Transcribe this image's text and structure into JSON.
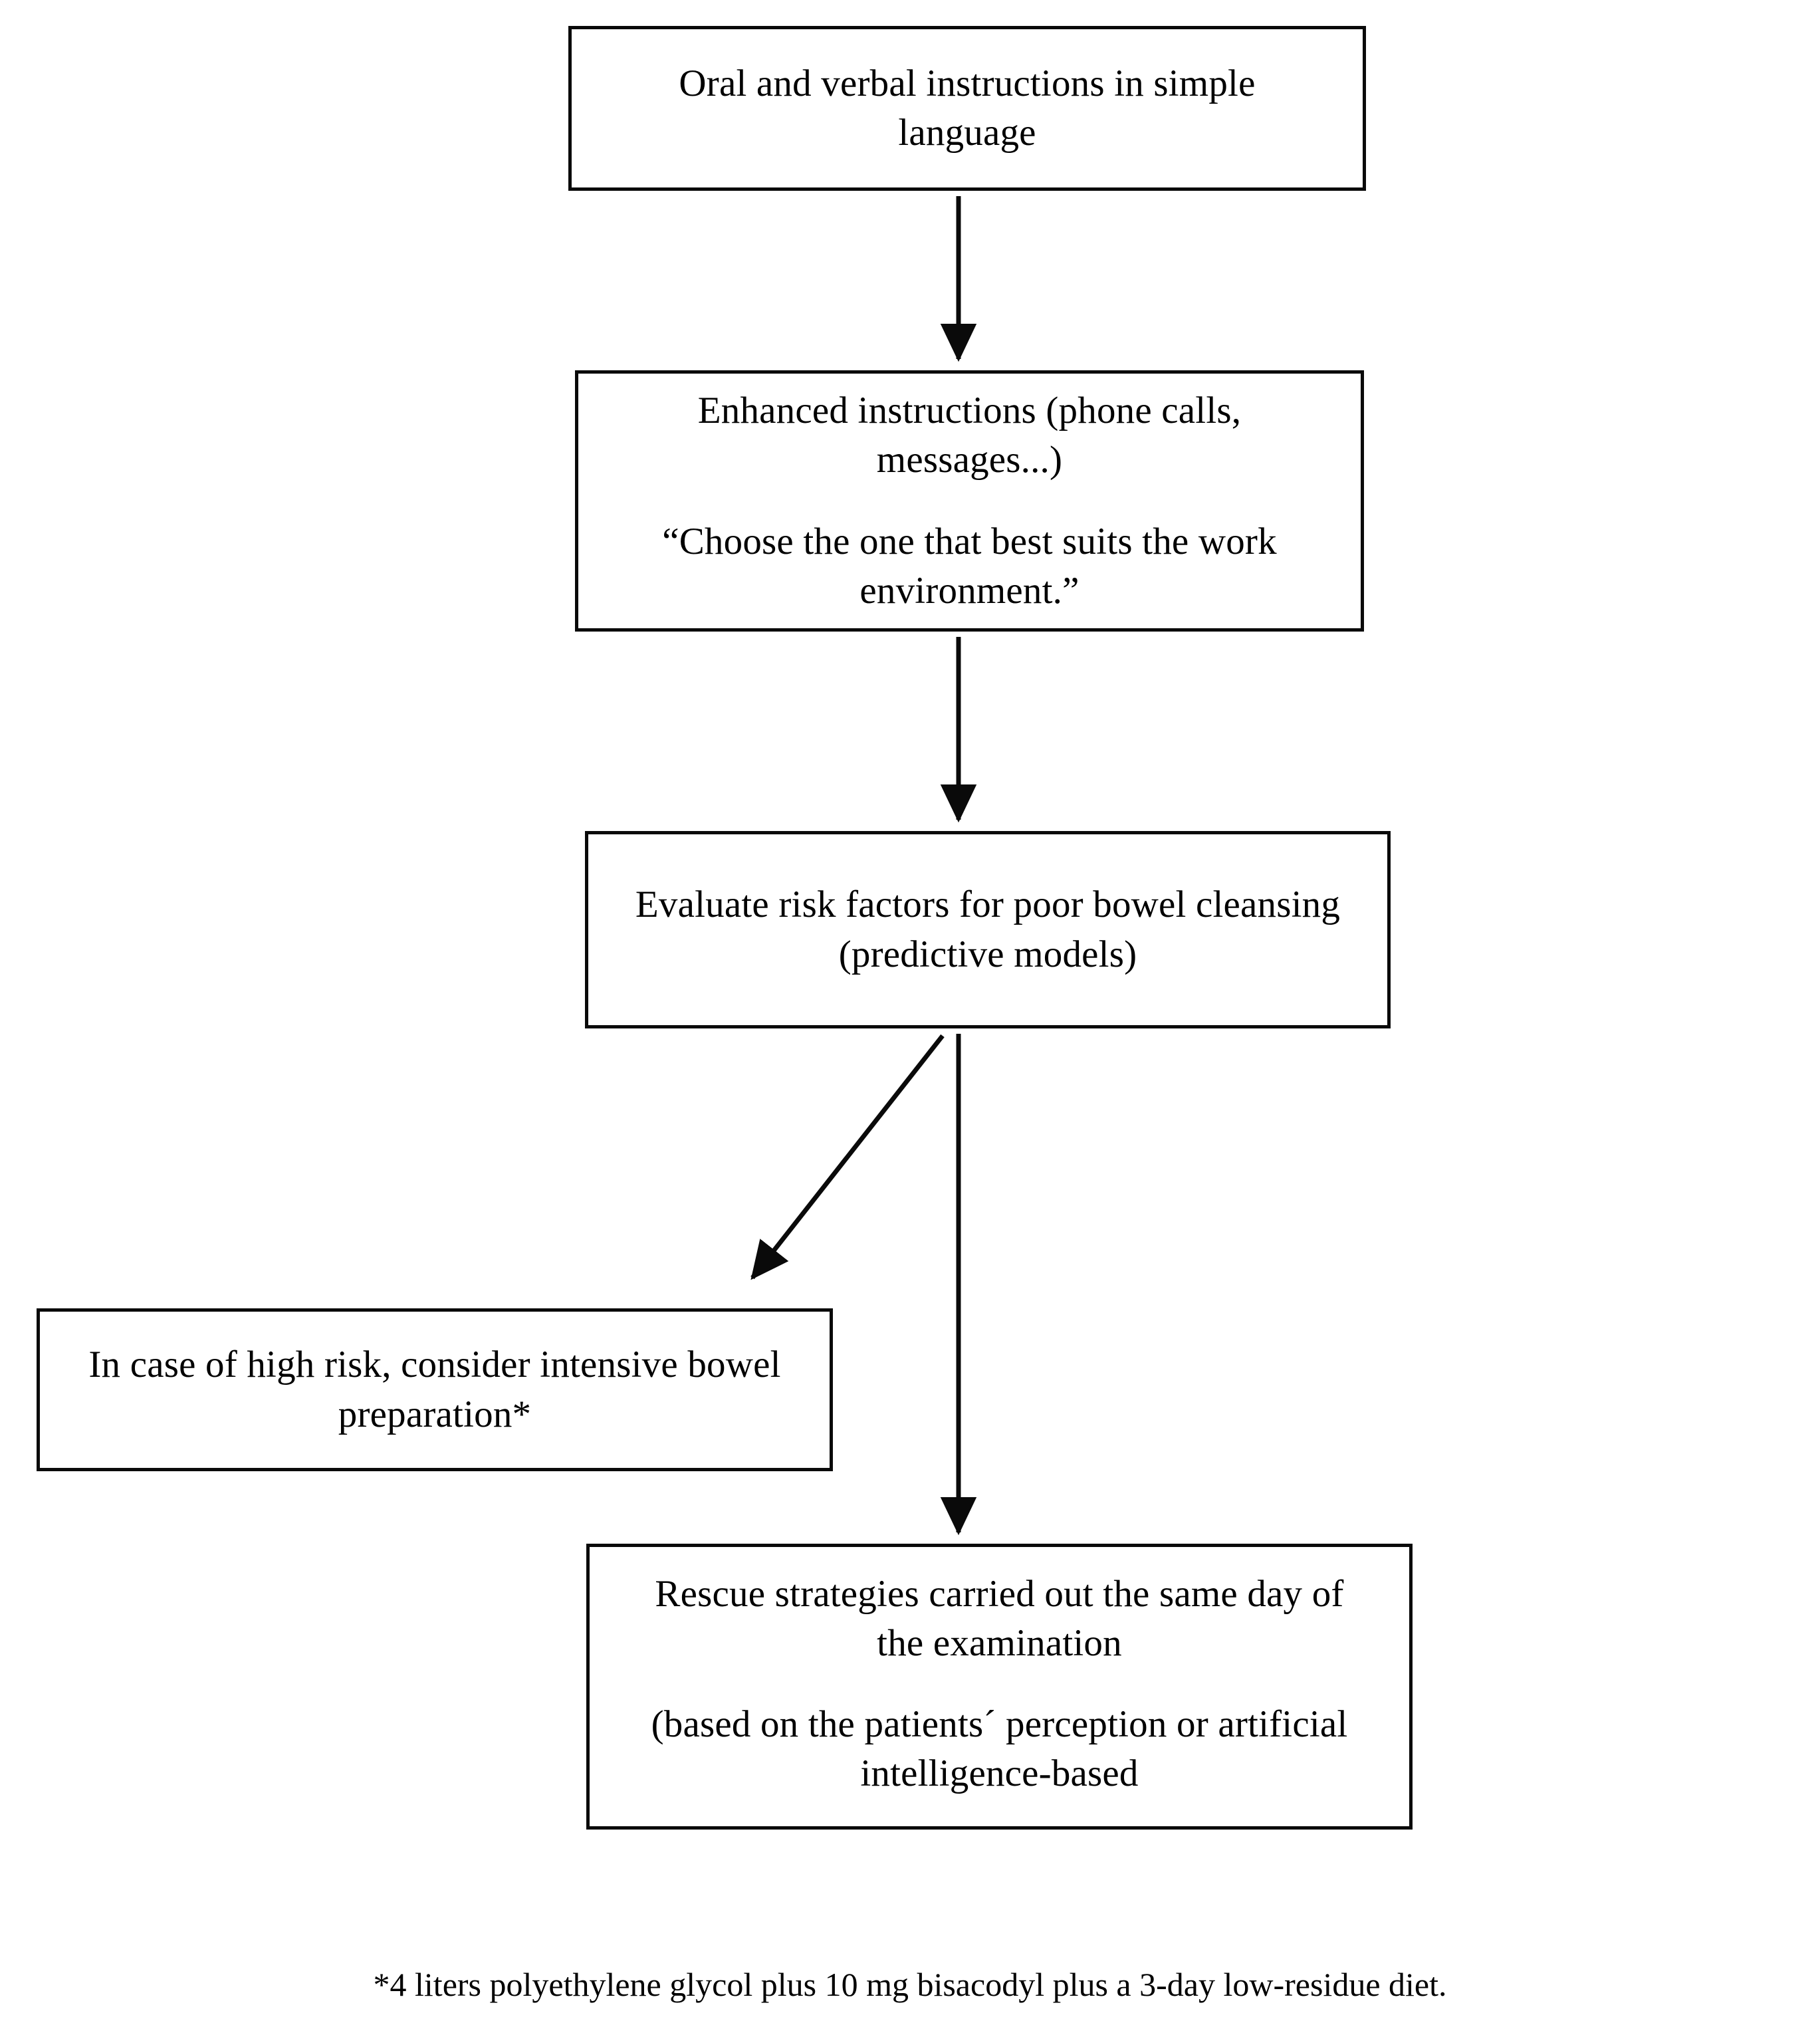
{
  "diagram": {
    "type": "flowchart",
    "orientation": "vertical",
    "nodes": [
      {
        "id": "oral-instructions",
        "paragraphs": [
          "Oral and verbal instructions in simple language"
        ]
      },
      {
        "id": "enhanced-instructions",
        "paragraphs": [
          "Enhanced instructions (phone calls, messages...)",
          "“Choose the one that best suits the work environment.”"
        ]
      },
      {
        "id": "evaluate-risk",
        "paragraphs": [
          "Evaluate risk factors for poor bowel cleansing (predictive models)"
        ]
      },
      {
        "id": "high-risk",
        "paragraphs": [
          "In case of high risk, consider intensive bowel preparation*"
        ]
      },
      {
        "id": "rescue-strategies",
        "paragraphs": [
          "Rescue strategies carried out the same day of the examination",
          "(based on the patients´ perception or artificial intelligence-based"
        ]
      }
    ],
    "edges": [
      {
        "id": "edge-1",
        "from": "oral-instructions",
        "to": "enhanced-instructions",
        "style": "straight-down"
      },
      {
        "id": "edge-2",
        "from": "enhanced-instructions",
        "to": "evaluate-risk",
        "style": "straight-down"
      },
      {
        "id": "edge-3",
        "from": "evaluate-risk",
        "to": "high-risk",
        "style": "diagonal-down-left"
      },
      {
        "id": "edge-4",
        "from": "evaluate-risk",
        "to": "rescue-strategies",
        "style": "straight-down"
      }
    ]
  },
  "footnote": {
    "text": "*4 liters polyethylene glycol plus 10 mg bisacodyl plus a 3-day low-residue diet."
  },
  "colors": {
    "stroke": "#0a0a0a",
    "background": "#ffffff",
    "text": "#000000"
  }
}
